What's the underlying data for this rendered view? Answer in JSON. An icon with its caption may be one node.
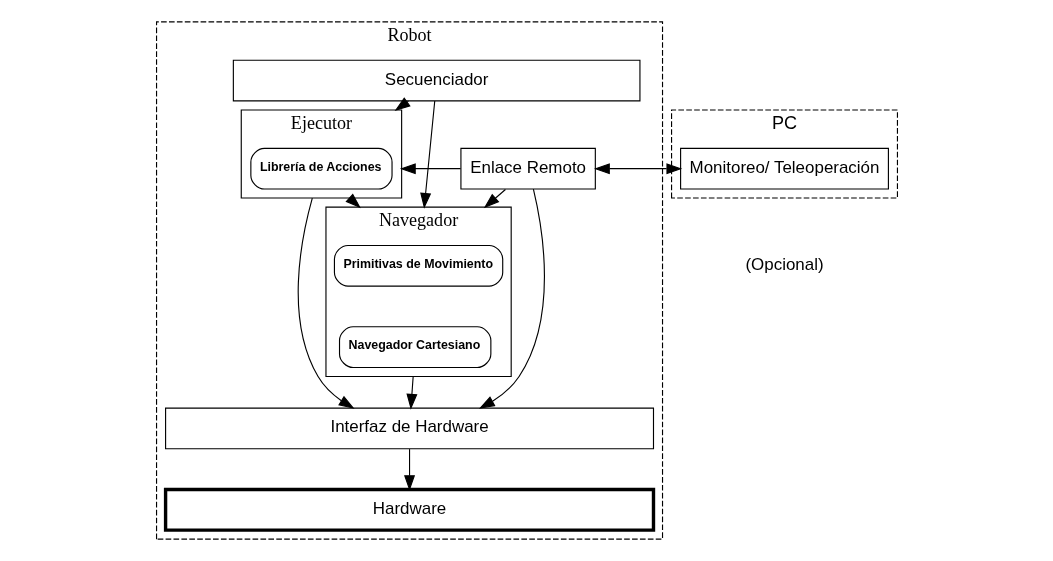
{
  "diagram": {
    "nodes": [
      {
        "text": [
          "Robot"
        ]
      },
      {
        "text": [
          "Secuenciador"
        ],
        "in": 0
      },
      {
        "text": [
          "Ejecutor"
        ],
        "in": 0
      },
      {
        "text": [
          "Librería de Acciones"
        ],
        "in": 2
      },
      {
        "text": [
          "Navegador"
        ],
        "in": 0
      },
      {
        "text": [
          "Primitivas de Movimiento"
        ],
        "in": 4
      },
      {
        "text": [
          "Navegador Cartesiano"
        ],
        "in": 4
      },
      {
        "text": [
          "Enlace Remoto"
        ],
        "in": 0
      },
      {
        "text": [
          "Interfaz de Hardware"
        ],
        "in": 0
      },
      {
        "text": [
          "Hardware"
        ],
        "in": 0
      },
      {
        "text": [
          "PC"
        ],
        "beside": [
          "(Opcional)"
        ]
      },
      {
        "text": [
          "Monitoreo/ Teleoperación"
        ],
        "in": 10
      }
    ],
    "edges": [
      {
        "from": 1,
        "to": 2,
        "arrow": "to"
      },
      {
        "from": 1,
        "to": 4,
        "arrow": "to"
      },
      {
        "from": 7,
        "to": 2,
        "arrow": "to"
      },
      {
        "from": 2,
        "to": 4,
        "arrow": "to"
      },
      {
        "from": 7,
        "to": 4,
        "arrow": "to"
      },
      {
        "from": 7,
        "to": 11,
        "arrow": "both"
      },
      {
        "from": 2,
        "to": 8,
        "arrow": "to"
      },
      {
        "from": 4,
        "to": 8,
        "arrow": "to"
      },
      {
        "from": 7,
        "to": 8,
        "arrow": "to"
      },
      {
        "from": 8,
        "to": 9,
        "arrow": "to"
      }
    ]
  }
}
